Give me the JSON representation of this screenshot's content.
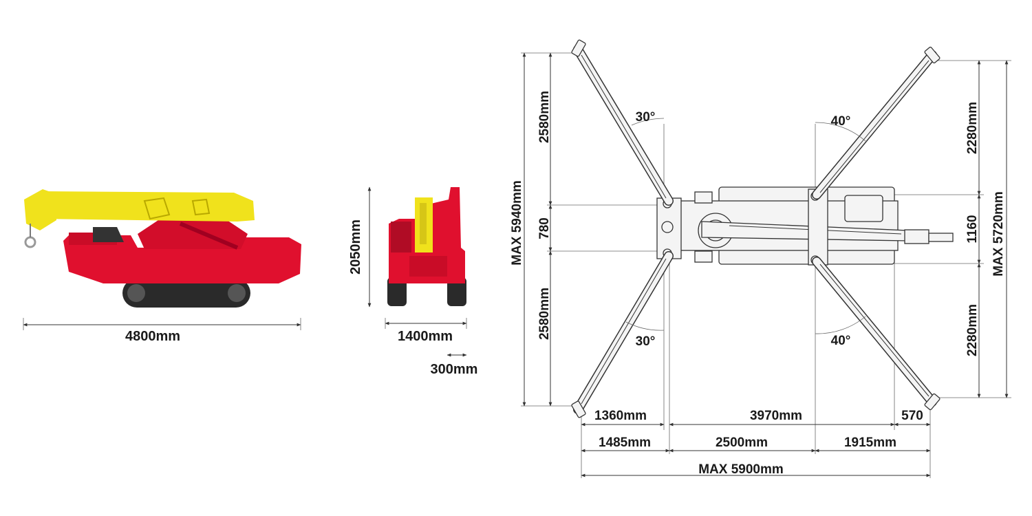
{
  "side_view": {
    "length": "4800mm"
  },
  "rear_view": {
    "height": "2050mm",
    "width": "1400mm",
    "track": "300mm"
  },
  "plan_view": {
    "max_length_left": "MAX 5940mm",
    "max_length_right": "MAX 5720mm",
    "left_upper": "2580mm",
    "left_center": "780",
    "left_lower": "2580mm",
    "right_upper": "2280mm",
    "right_center": "1160",
    "right_lower": "2280mm",
    "angle_front_left_upper": "30°",
    "angle_front_left_lower": "30°",
    "angle_rear_right_upper": "40°",
    "angle_rear_right_lower": "40°",
    "bottom_row1": [
      "1360mm",
      "3970mm",
      "570"
    ],
    "bottom_row2": [
      "1485mm",
      "2500mm",
      "1915mm"
    ],
    "max_width": "MAX 5900mm"
  },
  "colors": {
    "body_red": "#e0102e",
    "boom_yellow": "#f0e21c",
    "track_dark": "#2a2a2a"
  }
}
